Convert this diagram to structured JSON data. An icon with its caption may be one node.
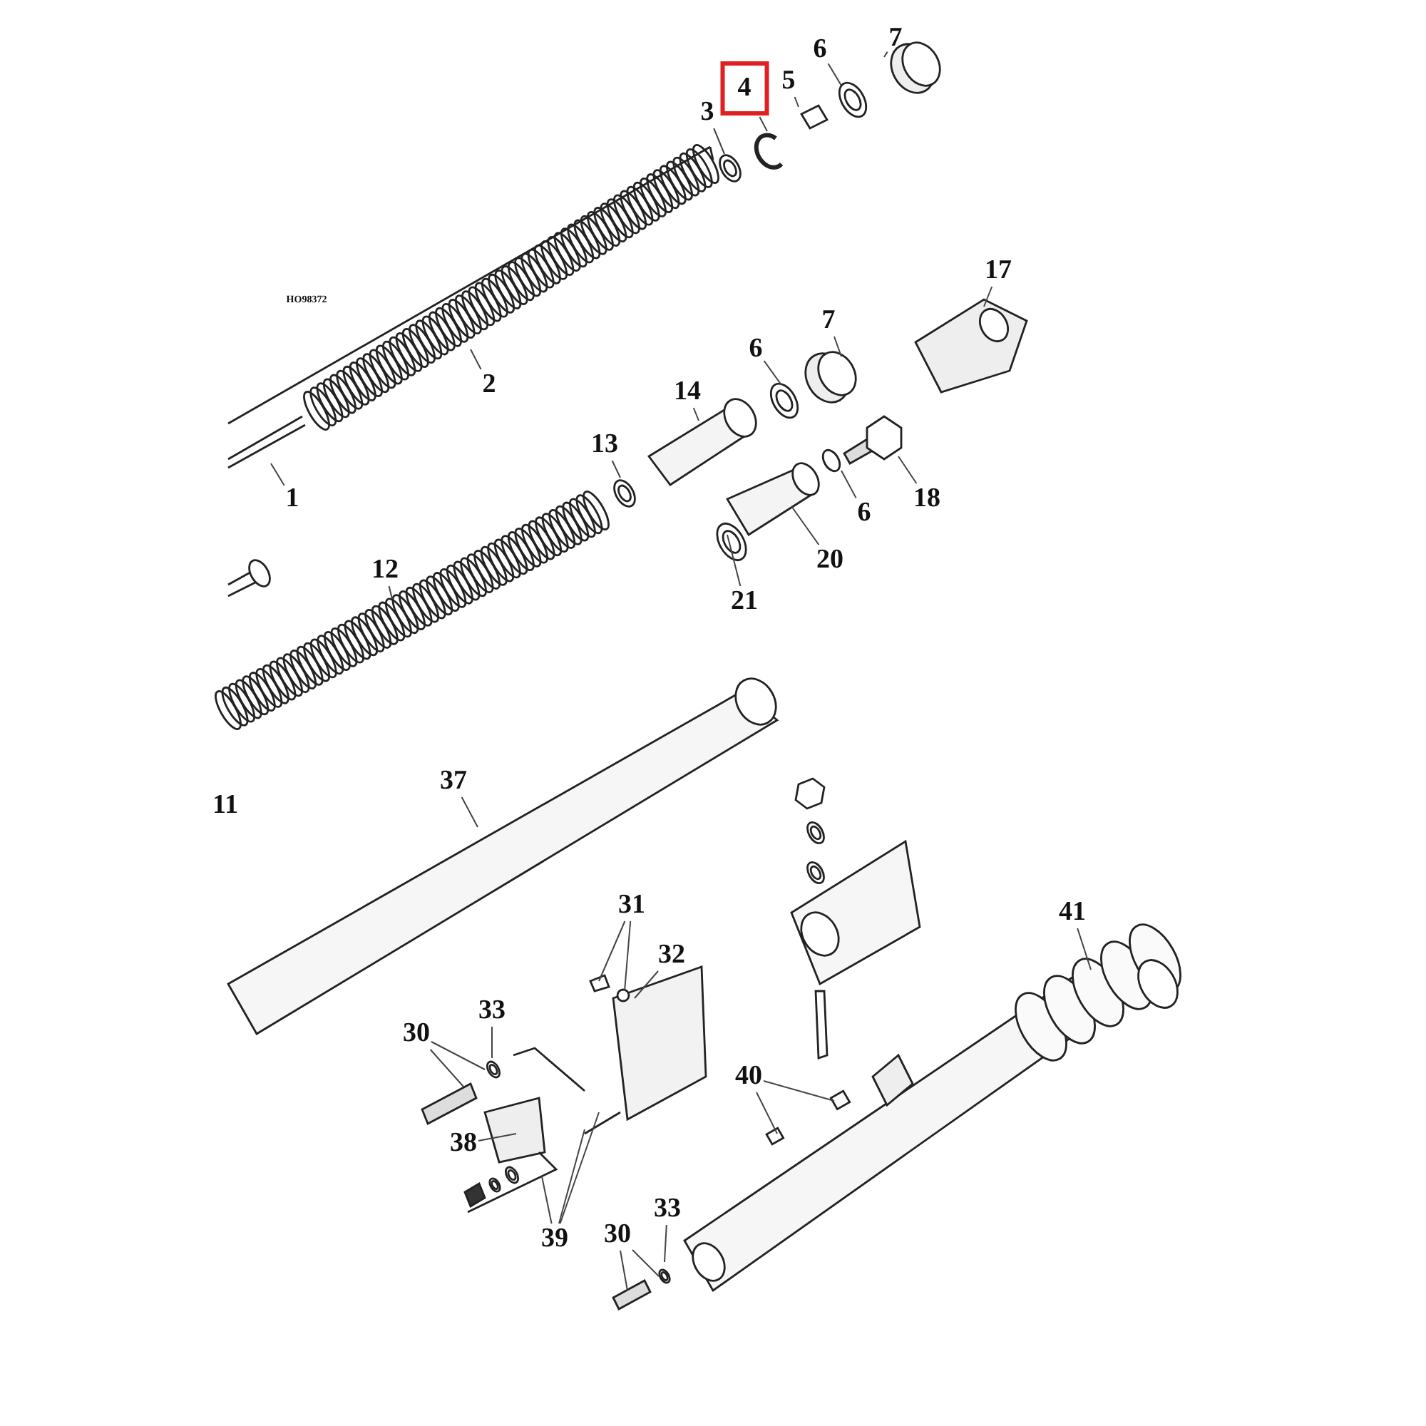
{
  "diagram": {
    "nodes": [
      {
        "text": [
          "7"
        ]
      },
      {
        "text": [
          "6"
        ]
      },
      {
        "text": [
          "5"
        ]
      },
      {
        "text": [
          "4"
        ]
      },
      {
        "text": [
          "3"
        ]
      },
      {
        "text": [
          "2"
        ]
      },
      {
        "text": [
          "1"
        ]
      },
      {
        "text": [
          "17"
        ]
      },
      {
        "text": [
          "7"
        ]
      },
      {
        "text": [
          "6"
        ]
      },
      {
        "text": [
          "14"
        ]
      },
      {
        "text": [
          "13"
        ]
      },
      {
        "text": [
          "18"
        ]
      },
      {
        "text": [
          "6"
        ]
      },
      {
        "text": [
          "20"
        ]
      },
      {
        "text": [
          "21"
        ]
      },
      {
        "text": [
          "12"
        ]
      },
      {
        "text": [
          "37"
        ]
      },
      {
        "text": [
          "31"
        ]
      },
      {
        "text": [
          "32"
        ]
      },
      {
        "text": [
          "33"
        ]
      },
      {
        "text": [
          "30"
        ]
      },
      {
        "text": [
          "38"
        ]
      },
      {
        "text": [
          "39"
        ]
      },
      {
        "text": [
          "40"
        ]
      },
      {
        "text": [
          "41"
        ]
      },
      {
        "text": [
          "30"
        ]
      },
      {
        "text": [
          "33"
        ]
      }
    ],
    "edges": [
      {
        "from": 0,
        "to": null,
        "arrow": "none"
      },
      {
        "from": 1,
        "to": null,
        "arrow": "none"
      },
      {
        "from": 2,
        "to": null,
        "arrow": "none"
      },
      {
        "from": 3,
        "to": null,
        "arrow": "none"
      },
      {
        "from": 4,
        "to": null,
        "arrow": "none"
      },
      {
        "from": 5,
        "to": null,
        "arrow": "none"
      },
      {
        "from": 6,
        "to": null,
        "arrow": "none"
      },
      {
        "from": 7,
        "to": null,
        "arrow": "none"
      },
      {
        "from": 8,
        "to": null,
        "arrow": "none"
      },
      {
        "from": 9,
        "to": null,
        "arrow": "none"
      },
      {
        "from": 10,
        "to": null,
        "arrow": "none"
      },
      {
        "from": 11,
        "to": null,
        "arrow": "none"
      },
      {
        "from": 12,
        "to": null,
        "arrow": "none"
      },
      {
        "from": 13,
        "to": null,
        "arrow": "none"
      },
      {
        "from": 14,
        "to": null,
        "arrow": "none"
      },
      {
        "from": 15,
        "to": null,
        "arrow": "none"
      },
      {
        "from": 16,
        "to": null,
        "arrow": "none"
      },
      {
        "from": 17,
        "to": null,
        "arrow": "none"
      },
      {
        "from": 18,
        "to": null,
        "arrow": "none"
      },
      {
        "from": 18,
        "to": null,
        "arrow": "none"
      },
      {
        "from": 19,
        "to": null,
        "arrow": "none"
      },
      {
        "from": 20,
        "to": null,
        "arrow": "none"
      },
      {
        "from": 21,
        "to": null,
        "arrow": "none"
      },
      {
        "from": 21,
        "to": null,
        "arrow": "none"
      },
      {
        "from": 22,
        "to": null,
        "arrow": "none"
      },
      {
        "from": 23,
        "to": null,
        "arrow": "none"
      },
      {
        "from": 23,
        "to": null,
        "arrow": "none"
      },
      {
        "from": 23,
        "to": null,
        "arrow": "none"
      },
      {
        "from": 24,
        "to": null,
        "arrow": "none"
      },
      {
        "from": 24,
        "to": null,
        "arrow": "none"
      },
      {
        "from": 25,
        "to": null,
        "arrow": "none"
      },
      {
        "from": 26,
        "to": null,
        "arrow": "none"
      },
      {
        "from": 26,
        "to": null,
        "arrow": "none"
      },
      {
        "from": 27,
        "to": null,
        "arrow": "none"
      }
    ],
    "labels": [
      "HO98372",
      "11"
    ]
  }
}
